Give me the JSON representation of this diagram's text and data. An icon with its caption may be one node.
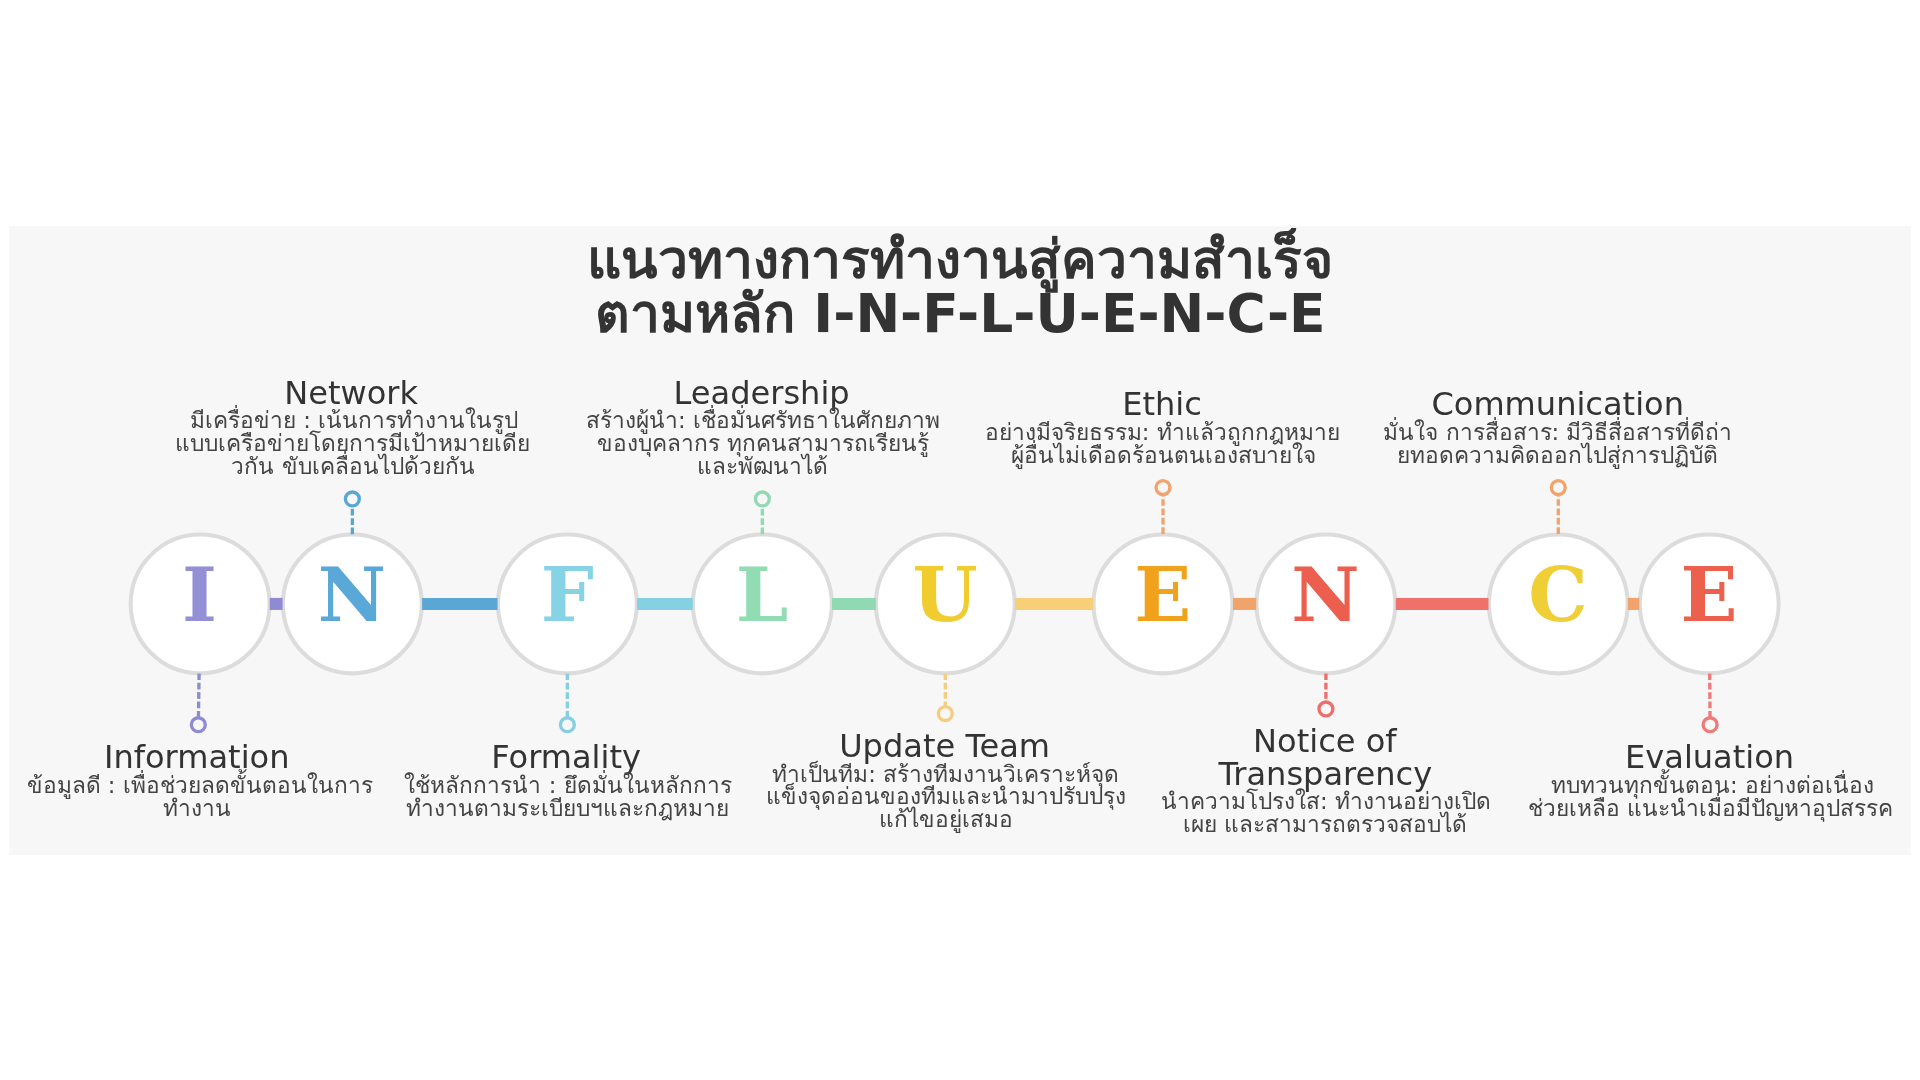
{
  "diagram": {
    "title": "แนวทางการทำงานสู่ความสำเร็จ ตามหลัก I-N-F-L-U-E-N-C-E",
    "nodes": [
      {
        "text": [
          "I"
        ]
      },
      {
        "text": [
          "Information",
          "ข้อมูลดี : เพื่อช่วยลดขั้นตอนในการทำงาน"
        ]
      },
      {
        "text": [
          "N"
        ]
      },
      {
        "text": [
          "Network",
          "มีเครื่อข่าย : เน้นการทำงานในรูปแบบเครือข่ายโดยการมีเป้าหมายเดียวกัน ขับเคลื่อนไปด้วยกัน"
        ]
      },
      {
        "text": [
          "F"
        ]
      },
      {
        "text": [
          "Formality",
          "ใช้หลักการนำ : ยึดมั่นในหลักการ ทำงานตามระเบียบฯและกฎหมาย"
        ]
      },
      {
        "text": [
          "L"
        ]
      },
      {
        "text": [
          "Leadership",
          "สร้างผู้นำ: เชื่อมั่นศรัทธาในศักยภาพของบุคลากร ทุกคนสามารถเรียนรู้และพัฒนาได้"
        ]
      },
      {
        "text": [
          "U"
        ]
      },
      {
        "text": [
          "Update Team",
          "ทำเป็นทีม: สร้างทีมงานวิเคราะห์จุดแข็งจุดอ่อนของทีมและนำมาปรับปรุงแก้ไขอยู่เสมอ"
        ]
      },
      {
        "text": [
          "E"
        ]
      },
      {
        "text": [
          "Ethic",
          "อย่างมีจริยธรรม: ทำแล้วถูกกฎหมาย ผู้อื่นไม่เดือดร้อนตนเองสบายใจ"
        ]
      },
      {
        "text": [
          "N"
        ]
      },
      {
        "text": [
          "Notice of Transparency",
          "นำความโปรงใส: ทำงานอย่างเปิดเผย และสามารถตรวจสอบได้"
        ]
      },
      {
        "text": [
          "C"
        ]
      },
      {
        "text": [
          "Communication",
          "มั่นใจ การสื่อสาร: มีวิธีสื่อสารที่ดีถ่ายทอดความคิดออกไปสู่การปฏิบัติ"
        ]
      },
      {
        "text": [
          "E"
        ]
      },
      {
        "text": [
          "Evaluation",
          "ทบทวนทุกขั้นตอน: อย่างต่อเนื่อง ช่วยเหลือ แนะนำเมื่อมีปัญหาอุปสรรค"
        ]
      }
    ],
    "edges": [
      {
        "from": 0,
        "to": 1,
        "arrow": "other",
        "style": "dashed",
        "color": "#8f8bd3"
      },
      {
        "from": 2,
        "to": 3,
        "arrow": "other",
        "style": "dashed",
        "color": "#5aa6d4"
      },
      {
        "from": 4,
        "to": 5,
        "arrow": "other",
        "style": "dashed",
        "color": "#86cfe3"
      },
      {
        "from": 6,
        "to": 7,
        "arrow": "other",
        "style": "dashed",
        "color": "#8fdab2"
      },
      {
        "from": 8,
        "to": 9,
        "arrow": "other",
        "style": "dashed",
        "color": "#f5cd80"
      },
      {
        "from": 10,
        "to": 11,
        "arrow": "other",
        "style": "dashed",
        "color": "#f2a36c"
      },
      {
        "from": 12,
        "to": 13,
        "arrow": "other",
        "style": "dashed",
        "color": "#ee6e6a"
      },
      {
        "from": 14,
        "to": 15,
        "arrow": "other",
        "style": "dashed",
        "color": "#f2a36c"
      },
      {
        "from": 16,
        "to": 17,
        "arrow": "other",
        "style": "dashed",
        "color": "#ef7a78"
      },
      {
        "from": 0,
        "to": 2,
        "arrow": "none",
        "style": "thick",
        "color": "#8f8bd3"
      },
      {
        "from": 2,
        "to": 4,
        "arrow": "none",
        "style": "thick",
        "color": "#5aa6d4"
      },
      {
        "from": 4,
        "to": 6,
        "arrow": "none",
        "style": "thick",
        "color": "#86d0e4"
      },
      {
        "from": 6,
        "to": 8,
        "arrow": "none",
        "style": "thick",
        "color": "#8fdab2"
      },
      {
        "from": 8,
        "to": 10,
        "arrow": "none",
        "style": "thick",
        "color": "#f6cf78"
      },
      {
        "from": 10,
        "to": 12,
        "arrow": "none",
        "style": "thick",
        "color": "#f2a36c"
      },
      {
        "from": 12,
        "to": 14,
        "arrow": "none",
        "style": "thick",
        "color": "#f0706a"
      },
      {
        "from": 14,
        "to": 16,
        "arrow": "none",
        "style": "thick",
        "color": "#f2a36c"
      }
    ]
  }
}
